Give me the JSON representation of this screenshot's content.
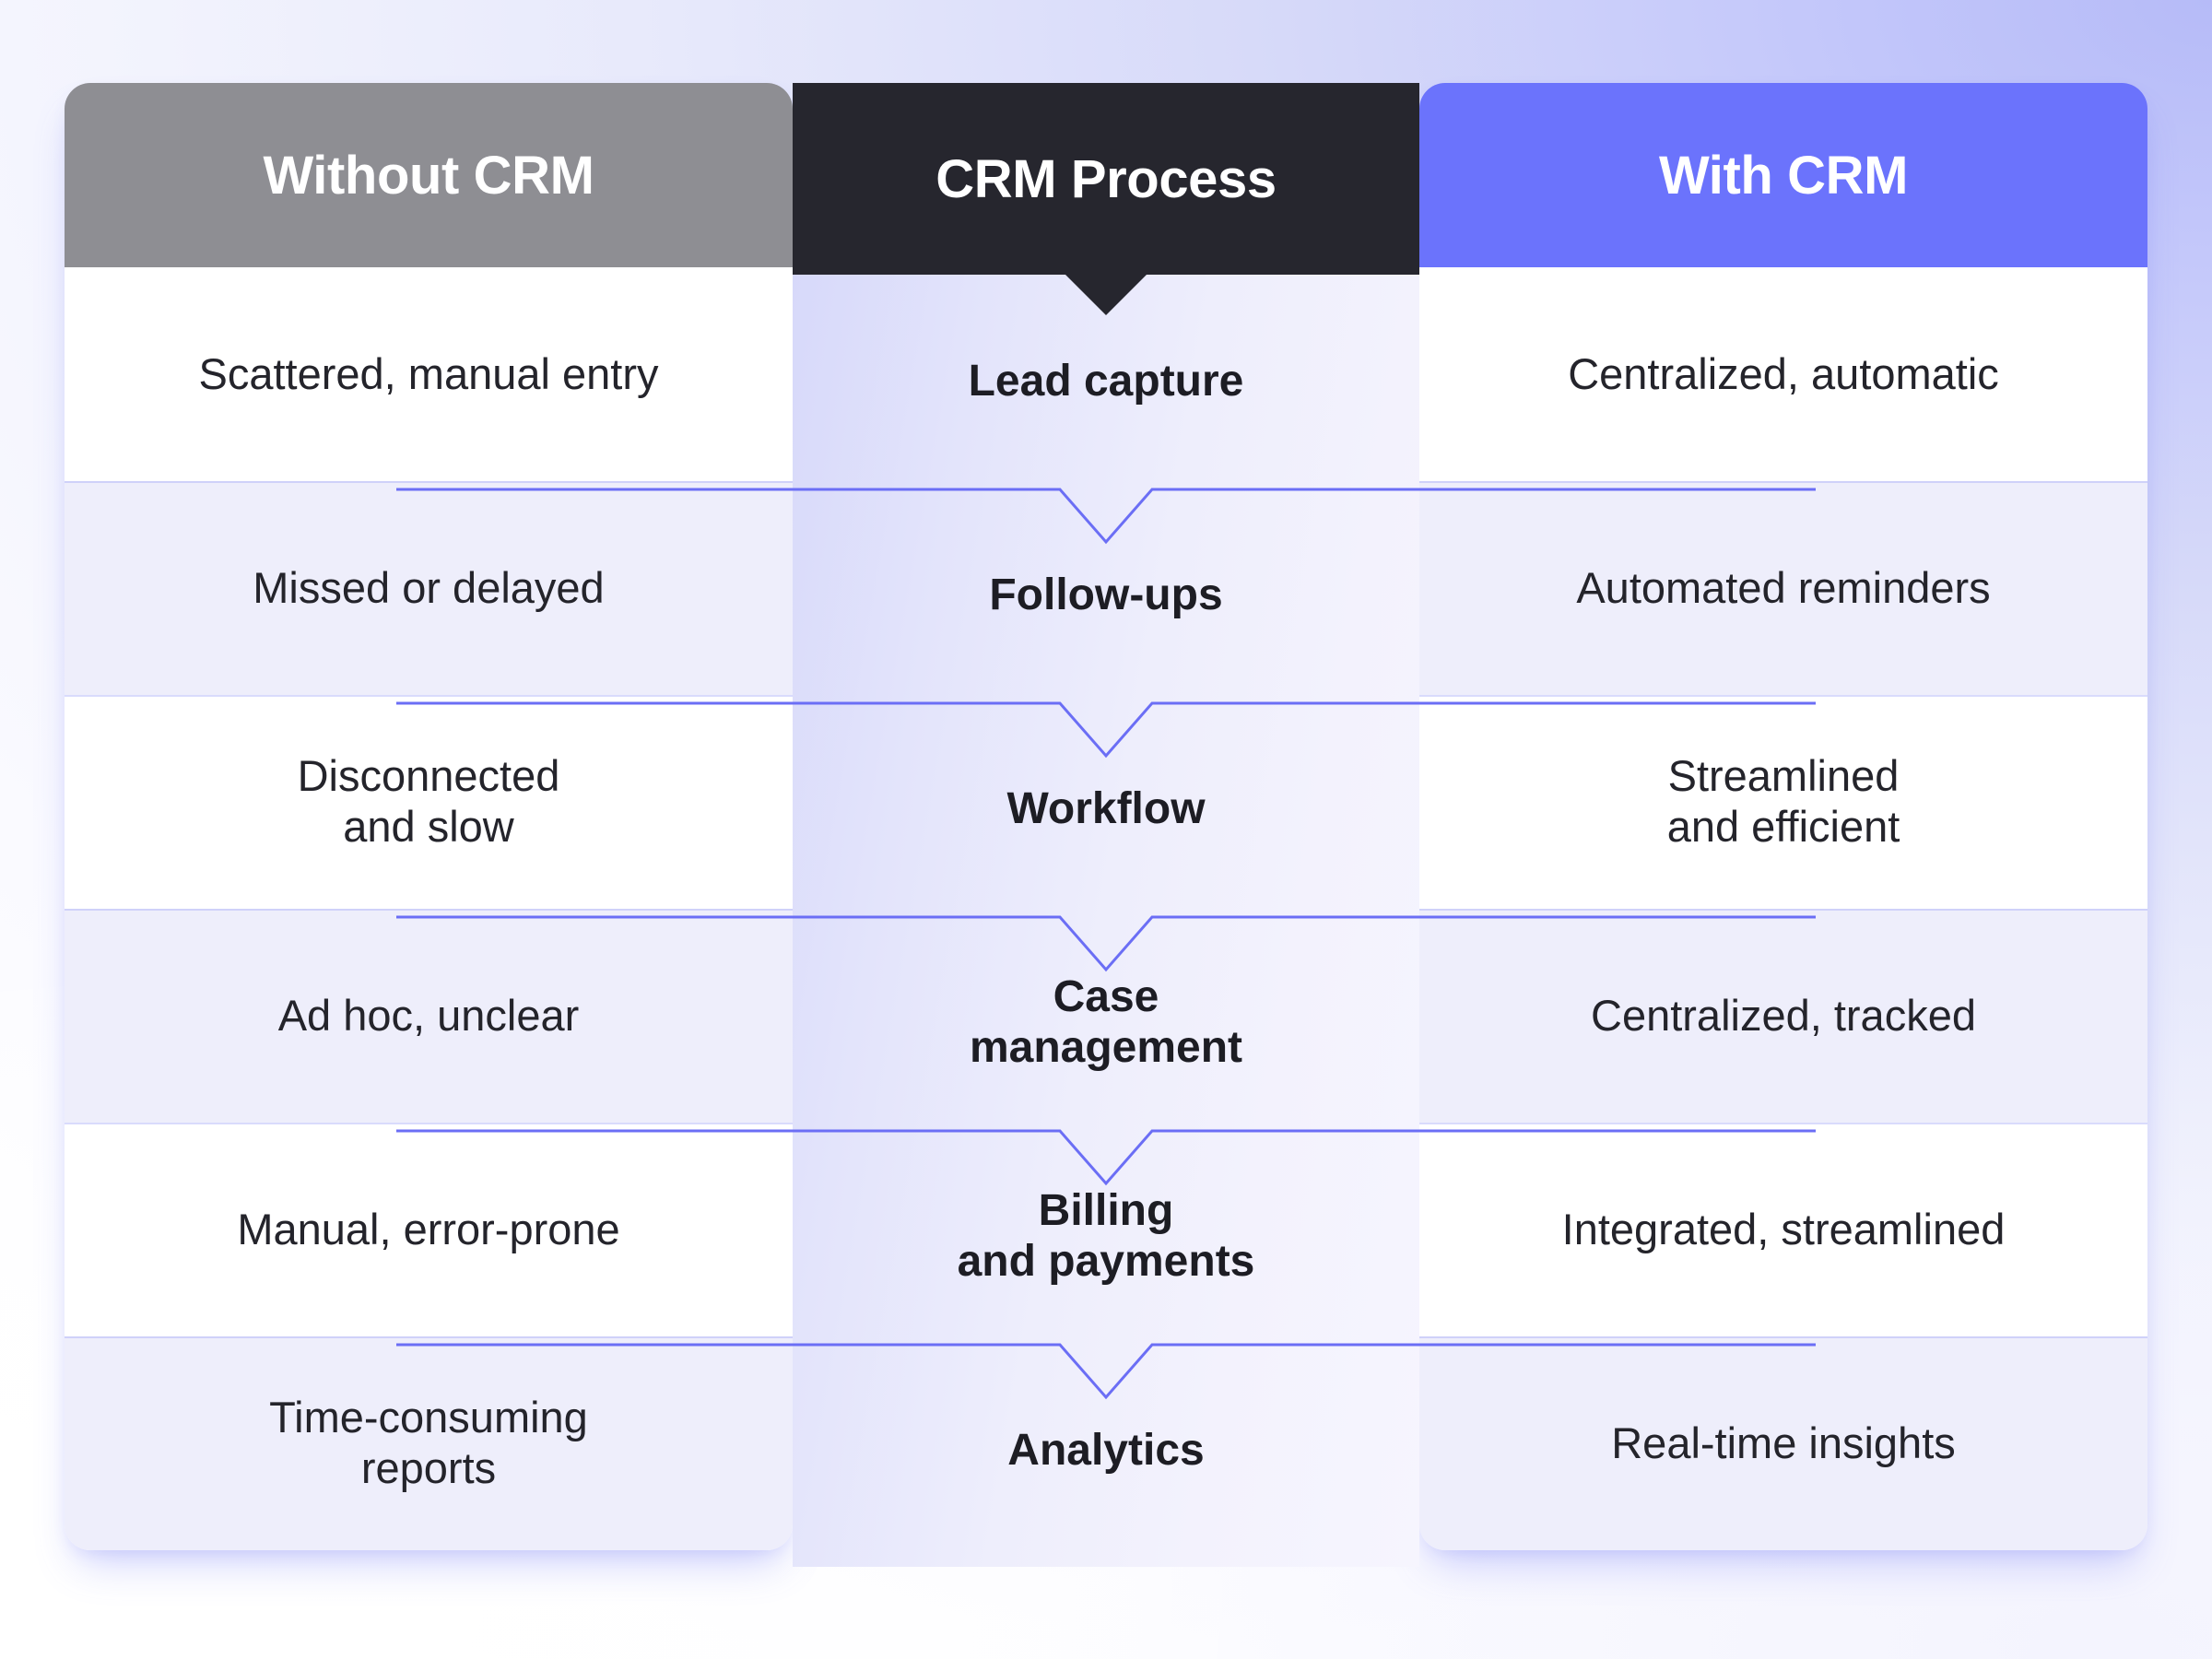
{
  "theme": {
    "accent_blue": "#6b73fc",
    "header_gray": "#8e8e93",
    "header_dark": "#26262e",
    "row_alt": "#eeeefb",
    "connector_line": "#6b6ef5",
    "text_dark": "#24242b"
  },
  "columns": {
    "left": {
      "title": "Without CRM"
    },
    "center": {
      "title": "CRM Process"
    },
    "right": {
      "title": "With CRM"
    }
  },
  "rows": [
    {
      "step": "Lead capture",
      "step_line2": "",
      "without": "Scattered, manual entry",
      "without_line2": "",
      "with": "Centralized, automatic",
      "with_line2": ""
    },
    {
      "step": "Follow-ups",
      "step_line2": "",
      "without": "Missed or delayed",
      "without_line2": "",
      "with": "Automated reminders",
      "with_line2": ""
    },
    {
      "step": "Workflow",
      "step_line2": "",
      "without": "Disconnected",
      "without_line2": "and slow",
      "with": "Streamlined",
      "with_line2": "and efficient"
    },
    {
      "step": "Case",
      "step_line2": "management",
      "without": "Ad hoc, unclear",
      "without_line2": "",
      "with": "Centralized, tracked",
      "with_line2": ""
    },
    {
      "step": "Billing",
      "step_line2": "and payments",
      "without": "Manual, error-prone",
      "without_line2": "",
      "with": "Integrated, streamlined",
      "with_line2": ""
    },
    {
      "step": "Analytics",
      "step_line2": "",
      "without": "Time-consuming",
      "without_line2": "reports",
      "with": "Real-time insights",
      "with_line2": ""
    }
  ]
}
